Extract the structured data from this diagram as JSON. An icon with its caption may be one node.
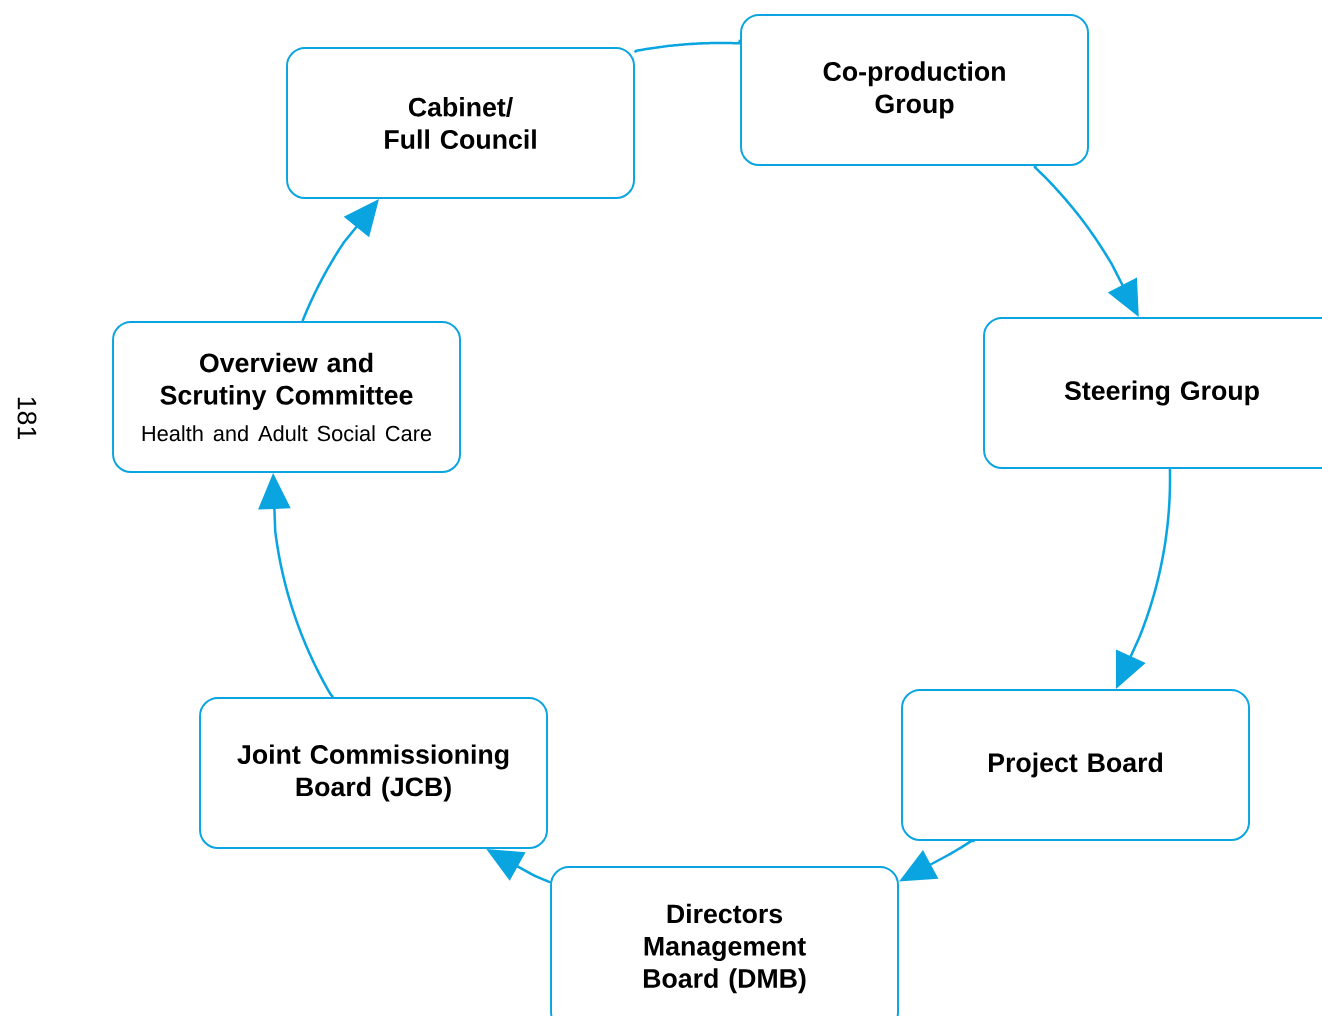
{
  "diagram": {
    "nodes": [
      {
        "text": [
          "Co-production Group"
        ]
      },
      {
        "text": [
          "Steering Group"
        ]
      },
      {
        "text": [
          "Project Board"
        ]
      },
      {
        "text": [
          "Directors Management Board (DMB)"
        ]
      },
      {
        "text": [
          "Joint Commissioning Board (JCB)"
        ]
      },
      {
        "text": [
          "Overview and Scrutiny Committee",
          "Health and Adult Social Care"
        ]
      },
      {
        "text": [
          "Cabinet/ Full Council"
        ]
      }
    ],
    "edges": [
      {
        "from": 0,
        "to": 1,
        "arrow": "to"
      },
      {
        "from": 1,
        "to": 2,
        "arrow": "to"
      },
      {
        "from": 2,
        "to": 3,
        "arrow": "to"
      },
      {
        "from": 3,
        "to": 4,
        "arrow": "to"
      },
      {
        "from": 4,
        "to": 5,
        "arrow": "to"
      },
      {
        "from": 5,
        "to": 6,
        "arrow": "to"
      },
      {
        "from": 6,
        "to": 0,
        "arrow": "none"
      }
    ],
    "labels": [
      "181"
    ]
  }
}
